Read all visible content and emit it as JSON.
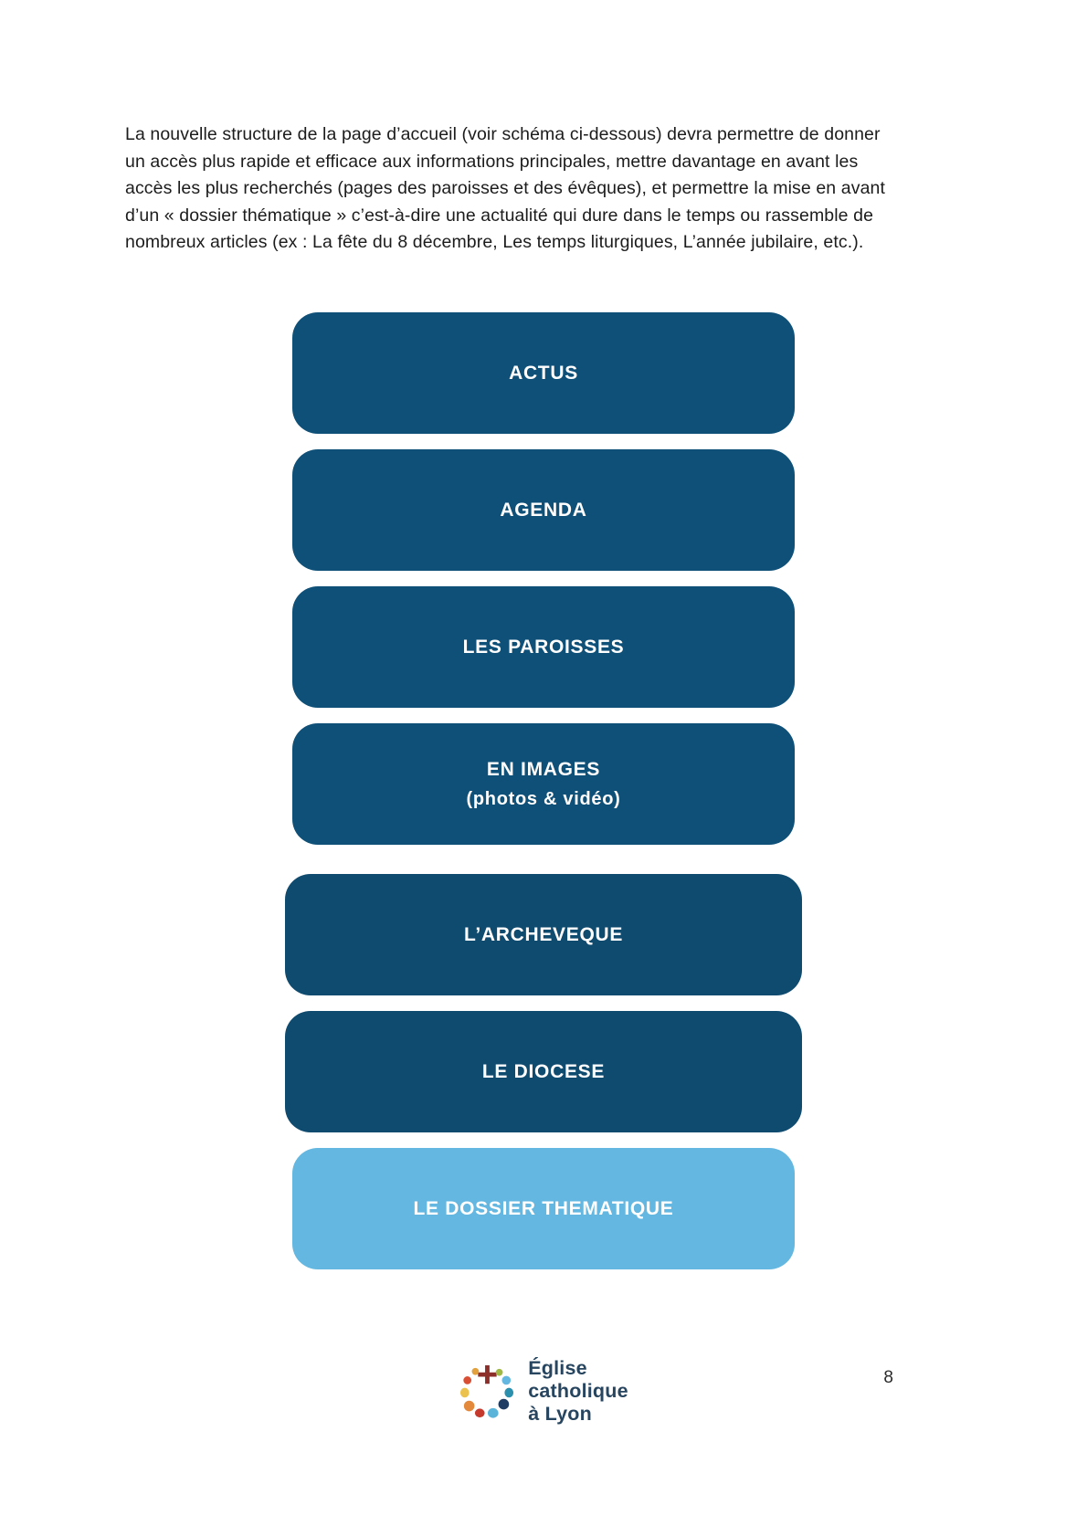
{
  "page": {
    "number": "8",
    "background_color": "#ffffff"
  },
  "intro": {
    "text": "La nouvelle structure de la page d’accueil (voir schéma ci-dessous) devra permettre de donner un accès plus rapide et efficace aux informations principales, mettre davantage en avant les accès les plus recherchés (pages des paroisses et des évêques), et permettre la mise en avant d’un « dossier thématique » c’est-à-dire une actualité qui dure dans le temps ou rassemble de nombreux articles (ex : La fête du 8 décembre, Les temps liturgiques, L’année jubilaire, etc.)."
  },
  "diagram": {
    "colors": {
      "dark_blue": "#0f5078",
      "darker_blue": "#0f4a6f",
      "light_blue": "#63b7e0",
      "label_text": "#ffffff"
    },
    "blocks": [
      {
        "lines": [
          "ACTUS"
        ],
        "color": "#0f5078"
      },
      {
        "lines": [
          "AGENDA"
        ],
        "color": "#0f5078"
      },
      {
        "lines": [
          "LES PAROISSES"
        ],
        "color": "#0f5078"
      },
      {
        "lines": [
          "EN IMAGES",
          "(photos & vidéo)"
        ],
        "color": "#0f5078"
      },
      {
        "lines": [
          "L’ARCHEVEQUE"
        ],
        "color": "#0f4a6f"
      },
      {
        "lines": [
          "LE DIOCESE"
        ],
        "color": "#0f4a6f"
      },
      {
        "lines": [
          "LE DOSSIER THEMATIQUE"
        ],
        "color": "#63b7e0"
      }
    ]
  },
  "footer": {
    "logo": {
      "icon": "circular-dots-cross-logo",
      "line1": "Église",
      "line2": "catholique",
      "line3": "à Lyon",
      "text_color": "#27455f"
    }
  }
}
